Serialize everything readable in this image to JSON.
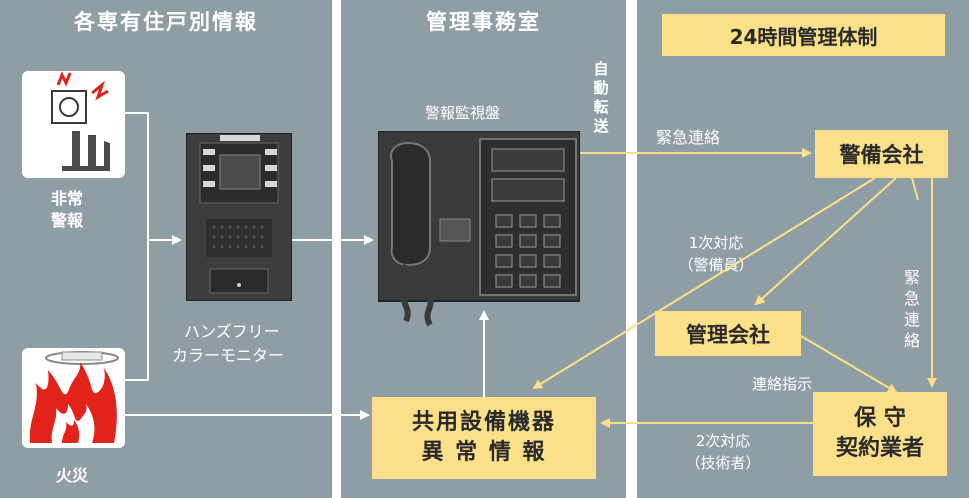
{
  "columns": {
    "left_title": "各専有住戸別情報",
    "middle_title": "管理事務室",
    "right_title": "24時間管理体制"
  },
  "left": {
    "emergency_label_1": "非常",
    "emergency_label_2": "警報",
    "fire_label": "火災",
    "monitor_label_1": "ハンズフリー",
    "monitor_label_2": "カラーモニター"
  },
  "middle": {
    "panel_label": "警報監視盤",
    "auto_transfer": [
      "自",
      "動",
      "転",
      "送"
    ],
    "equipment_line1": "共用設備機器",
    "equipment_line2": "異 常 情 報"
  },
  "right": {
    "security_company": "警備会社",
    "management_company": "管理会社",
    "maintenance_line1": "保 守",
    "maintenance_line2": "契約業者",
    "emergency_contact_h": "緊急連絡",
    "emergency_contact_v": [
      "緊",
      "急",
      "連",
      "絡"
    ],
    "first_response_1": "1次対応",
    "first_response_2": "（警備員）",
    "instruction": "連絡指示",
    "second_response_1": "2次対応",
    "second_response_2": "（技術者）"
  },
  "colors": {
    "panel_bg": "#8f9ea4",
    "accent_yellow": "#fbe08a",
    "arrow_white": "#ffffff",
    "alarm_red": "#e2231a"
  }
}
